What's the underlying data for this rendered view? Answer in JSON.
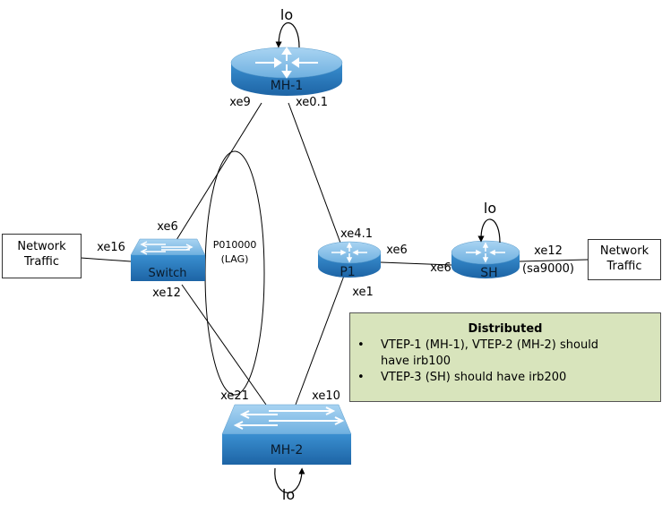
{
  "devices": {
    "mh1": {
      "label": "MH-1",
      "type": "router",
      "loopback": "lo"
    },
    "mh2": {
      "label": "MH-2",
      "type": "switch",
      "loopback": "lo"
    },
    "p1": {
      "label": "P1",
      "type": "router"
    },
    "sh": {
      "label": "SH",
      "type": "router",
      "loopback": "lo"
    },
    "switch": {
      "label": "Switch",
      "type": "switch"
    }
  },
  "traffic_left": {
    "line1": "Network",
    "line2": "Traffic"
  },
  "traffic_right": {
    "line1": "Network",
    "line2": "Traffic"
  },
  "lag": {
    "line1": "P010000",
    "line2": "(LAG)"
  },
  "interfaces": {
    "mh1_xe9": "xe9",
    "mh1_xe0_1": "xe0.1",
    "switch_xe6": "xe6",
    "switch_xe16": "xe16",
    "switch_xe12": "xe12",
    "p1_xe4_1": "xe4.1",
    "p1_xe6": "xe6",
    "p1_xe1": "xe1",
    "sh_xe6": "xe6",
    "sh_xe12": "xe12",
    "sh_sa": "(sa9000)",
    "mh2_xe21": "xe21",
    "mh2_xe10": "xe10"
  },
  "note": {
    "title": "Distributed",
    "items": [
      {
        "line1": "VTEP-1 (MH-1), VTEP-2 (MH-2) should",
        "line2": "have irb100"
      },
      {
        "line1": "VTEP-3 (SH) should have irb200"
      }
    ],
    "bullet": "•",
    "background": "#d8e4bc"
  },
  "colors": {
    "device_top": "#8cc3e8",
    "device_side": "#2f7fbf",
    "device_dark": "#1c5f99"
  }
}
